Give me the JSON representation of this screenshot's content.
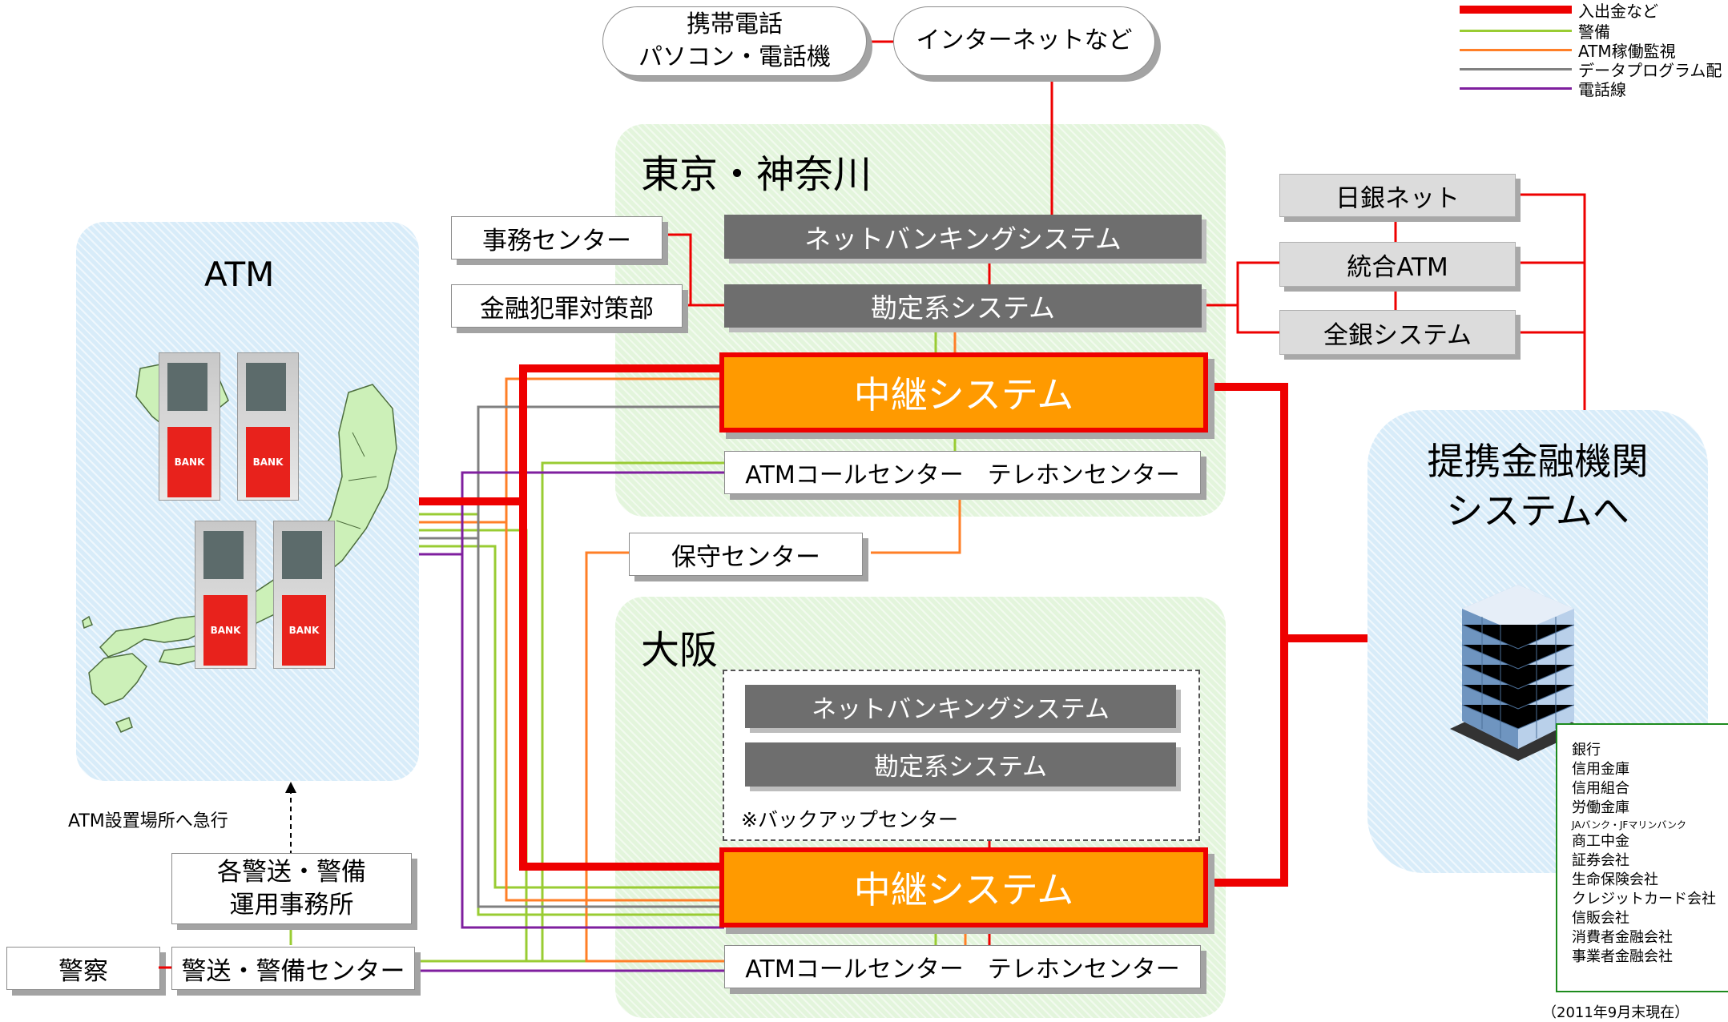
{
  "colors": {
    "deposit": "#ee0000",
    "security": "#99cc33",
    "monitoring": "#ff7f27",
    "data_program": "#808080",
    "phone_line": "#7f1f9f",
    "relay_fill": "#ff9a00"
  },
  "legend": [
    {
      "label": "入出金など",
      "color": "#ee0000"
    },
    {
      "label": "警備",
      "color": "#99cc33"
    },
    {
      "label": "ATM稼働監視",
      "color": "#ff7f27"
    },
    {
      "label": "データプログラム配",
      "color": "#808080"
    },
    {
      "label": "電話線",
      "color": "#7f1f9f"
    }
  ],
  "top": {
    "mobile": "携帯電話\nパソコン・電話機",
    "internet": "インターネットなど"
  },
  "tokyo": {
    "title": "東京・神奈川",
    "net_banking": "ネットバンキングシステム",
    "accounting": "勘定系システム",
    "relay": "中継システム",
    "call_center": "ATMコールセンター　テレホンセンター"
  },
  "side": {
    "office_center": "事務センター",
    "crime_dept": "金融犯罪対策部",
    "maintenance": "保守センター"
  },
  "networks": {
    "boj_net": "日銀ネット",
    "integrated_atm": "統合ATM",
    "zengin": "全銀システム"
  },
  "atm": {
    "title": "ATM",
    "logo_text": "BANK",
    "rush": "ATM設置場所へ急行",
    "security_office": "各警送・警備\n運用事務所",
    "police": "警察",
    "security_center": "警送・警備センター"
  },
  "osaka": {
    "title": "大阪",
    "net_banking": "ネットバンキングシステム",
    "accounting": "勘定系システム",
    "backup": "※バックアップセンター",
    "relay": "中継システム",
    "call_center": "ATMコールセンター　テレホンセンター"
  },
  "partner": {
    "title": "提携金融機関\nシステムへ",
    "institutions": [
      "銀行",
      "信用金庫",
      "信用組合",
      "労働金庫",
      "JAバンク・JFマリンバンク",
      "商工中金",
      "証券会社",
      "生命保険会社",
      "クレジットカード会社",
      "信販会社",
      "消費者金融会社",
      "事業者金融会社"
    ]
  },
  "footnote": "（2011年9月末現在）"
}
